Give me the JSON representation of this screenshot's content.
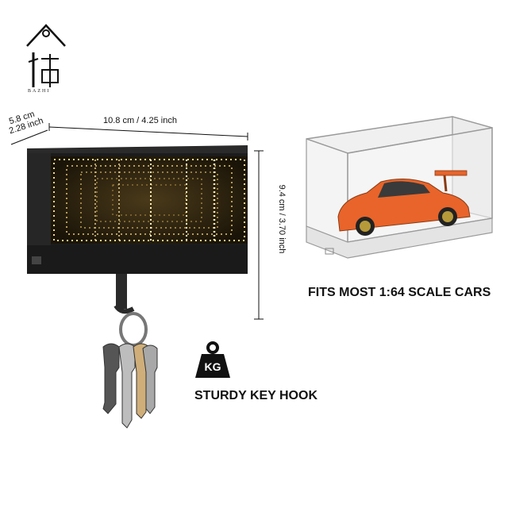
{
  "brand": {
    "logo_text": "BAZHI"
  },
  "dimensions": {
    "width": "10.8 cm / 4.25 inch",
    "depth_cm": "5.8 cm",
    "depth_in": "2.28 inch",
    "height": "9.4 cm / 3.70 inch"
  },
  "features": {
    "fits_caption": "FITS MOST 1:64 SCALE CARS",
    "hook_caption": "STURDY KEY HOOK",
    "weight_icon_label": "KG"
  },
  "colors": {
    "frame": "#1c1c1c",
    "led_glow": "#f7d98a",
    "car": "#e8642a",
    "case_outline": "#9a9a9a"
  }
}
